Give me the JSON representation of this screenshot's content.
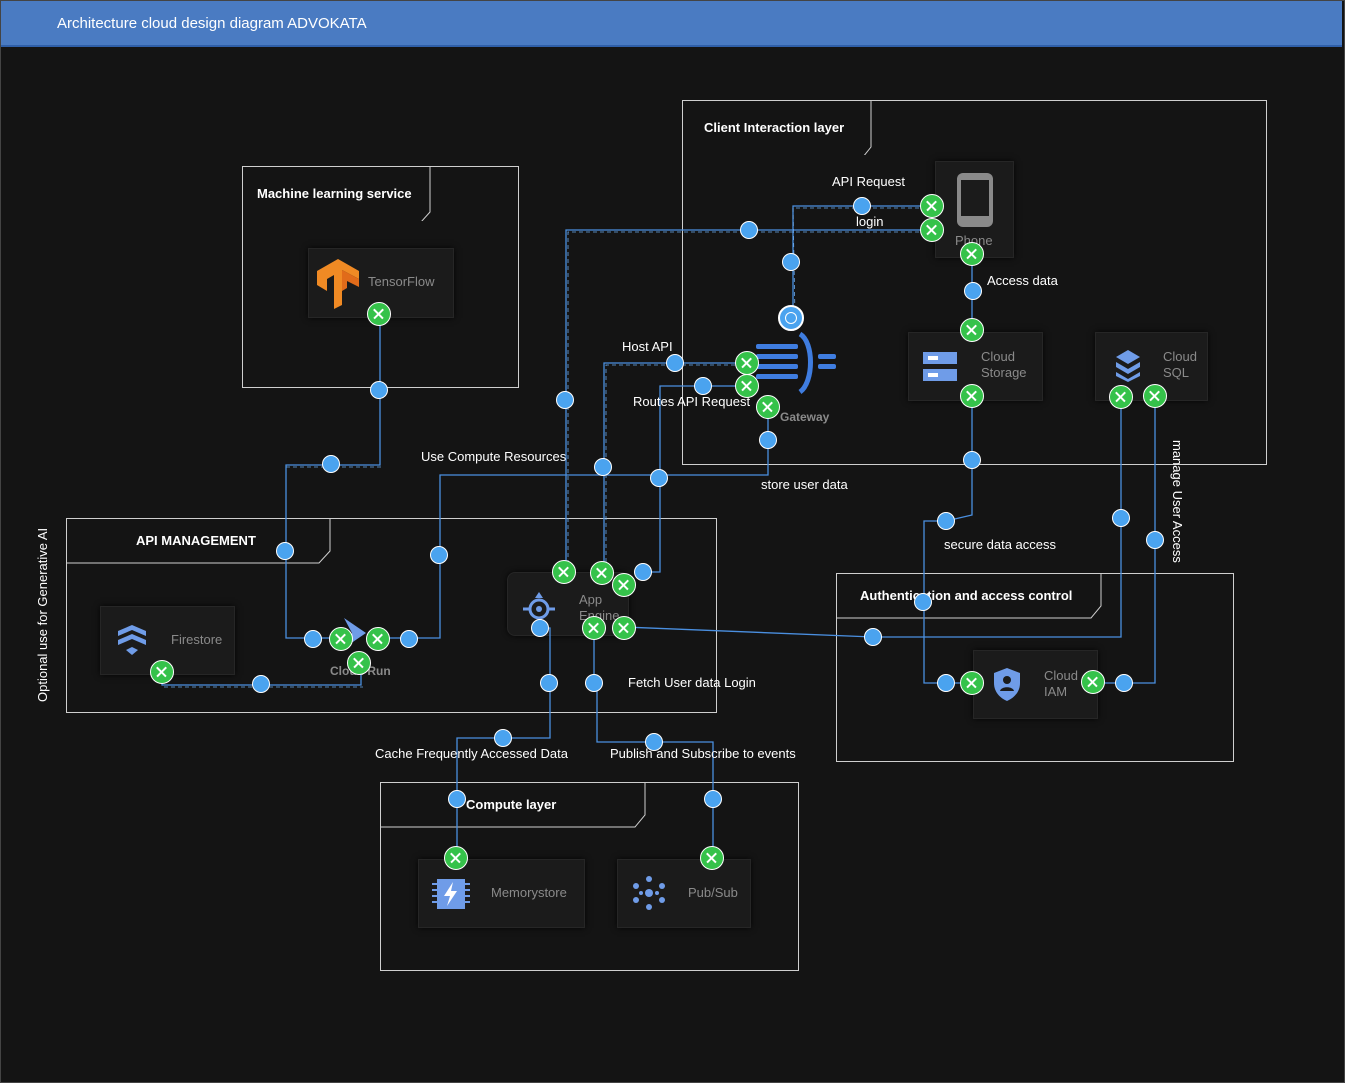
{
  "window": {
    "title": "Architecture cloud design diagram ADVOKATA"
  },
  "groups": {
    "client": "Client Interaction layer",
    "ml": "Machine learning service",
    "api": "API MANAGEMENT",
    "auth": "Authentication and access control",
    "compute": "Compute layer"
  },
  "services": {
    "tensorflow": "TensorFlow",
    "phone": "Phone",
    "cloud_storage_1": "Cloud",
    "cloud_storage_2": "Storage",
    "cloud_sql_1": "Cloud",
    "cloud_sql_2": "SQL",
    "gateway": "Gateway",
    "firestore": "Firestore",
    "cloud_run": "Cloud Run",
    "app_engine_1": "App",
    "app_engine_2": "Engine",
    "cloud_iam_1": "Cloud",
    "cloud_iam_2": "IAM",
    "memorystore": "Memorystore",
    "pubsub": "Pub/Sub"
  },
  "edges": {
    "api_request": "API Request",
    "login": "login",
    "access_data": "Access data",
    "host_api": "Host API",
    "routes_api": "Routes API Request",
    "use_compute": "Use Compute Resources",
    "store_user": "store user data",
    "secure_access": "secure data access",
    "manage_user": "manage User Access",
    "fetch_user": "Fetch User data Login",
    "cache": "Cache Frequently Accessed Data",
    "pubsub_events": "Publish and Subscribe to events",
    "optional_ai": "Optional use for Generative AI"
  },
  "colors": {
    "titlebar": "#4a7bc2",
    "wire": "#4a8fe0",
    "endpoint": "#4aa3ef",
    "connector": "#35c24a",
    "background": "#141414"
  }
}
